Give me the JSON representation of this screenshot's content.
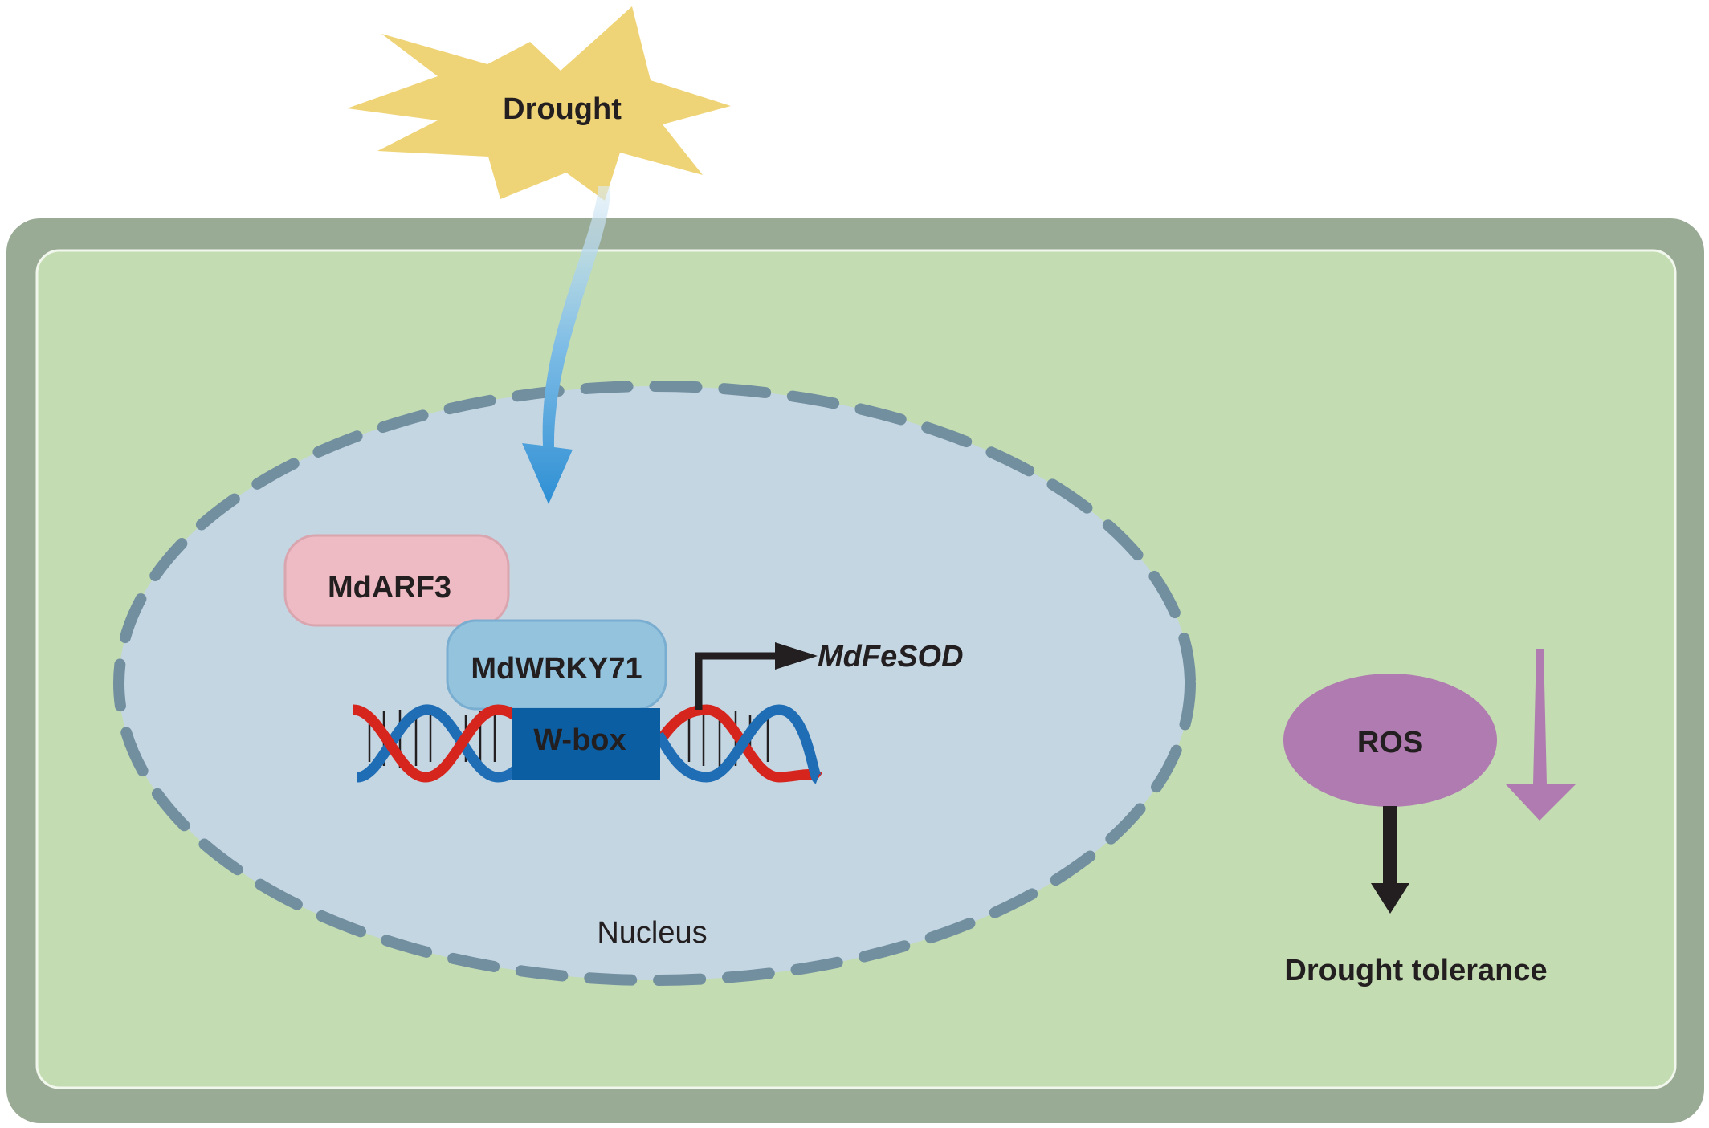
{
  "stimulus": {
    "label": "Drought"
  },
  "proteins": {
    "arf": "MdARF3",
    "wrky": "MdWRKY71"
  },
  "dna": {
    "element": "W-box"
  },
  "gene": {
    "name": "MdFeSOD"
  },
  "compartment": {
    "nucleus": "Nucleus"
  },
  "outcome": {
    "ros": "ROS",
    "result": "Drought tolerance"
  },
  "colors": {
    "cell_wall": "#9aab95",
    "cytoplasm": "#c3dcb2",
    "nucleus_fill": "#c5d6e3",
    "nucleus_border": "#728f9f",
    "burst": "#efd477",
    "arf_box": "#eebac3",
    "wrky_box": "#94c3de",
    "wbox": "#0c5ea2",
    "dna_red": "#d6251d",
    "dna_blue": "#1f6db4",
    "ros": "#b07bb0",
    "arrow_dark": "#231f20",
    "arrow_blue": "#4aa0d9"
  }
}
